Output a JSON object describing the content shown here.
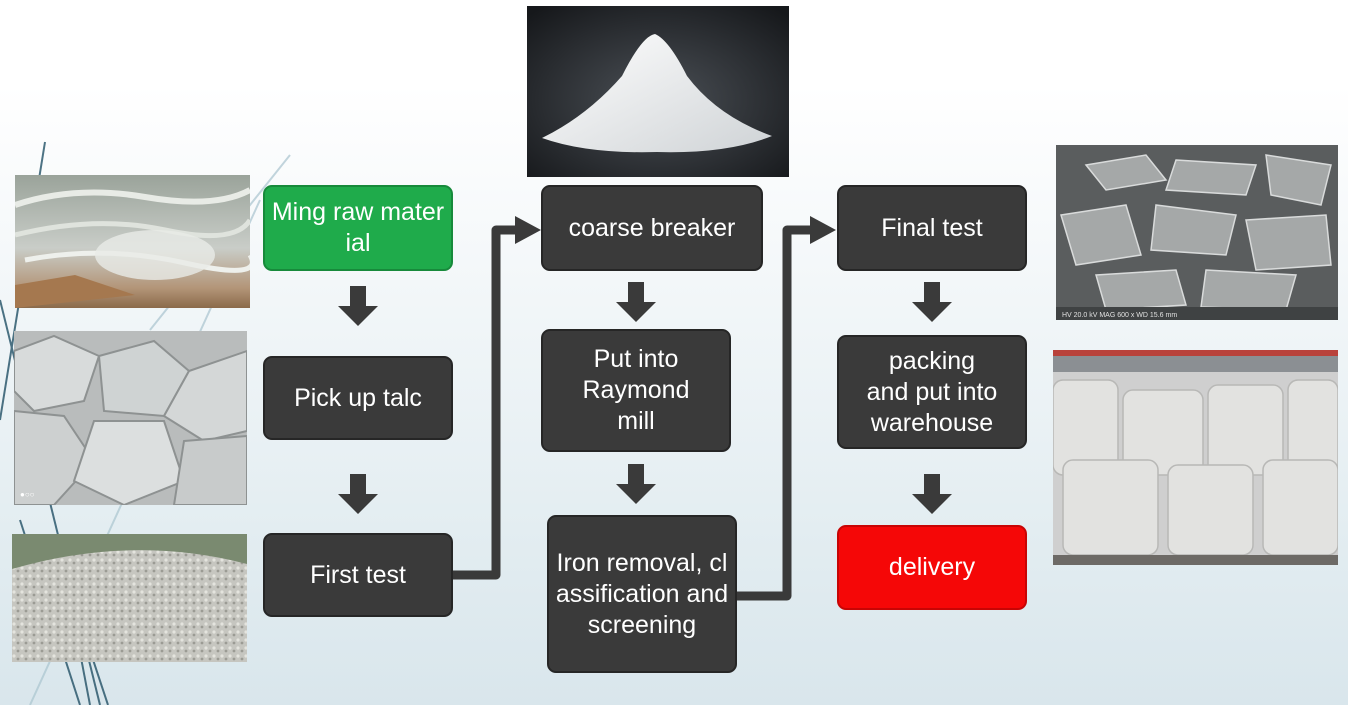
{
  "steps": {
    "mining": "Ming raw material",
    "pick_up": "Pick up talc",
    "first_test": "First test",
    "coarse_breaker": "coarse breaker",
    "raymond_mill": "Put into\nRaymond\nmill",
    "iron_removal": "Iron removal, classification and screening",
    "final_test": "Final test",
    "packing": "packing\nand put into\nwarehouse",
    "delivery": "delivery"
  },
  "colors": {
    "box": "#3a3a3a",
    "start": "#1fab4b",
    "end": "#f50707",
    "arrow": "#3a3a3a"
  }
}
